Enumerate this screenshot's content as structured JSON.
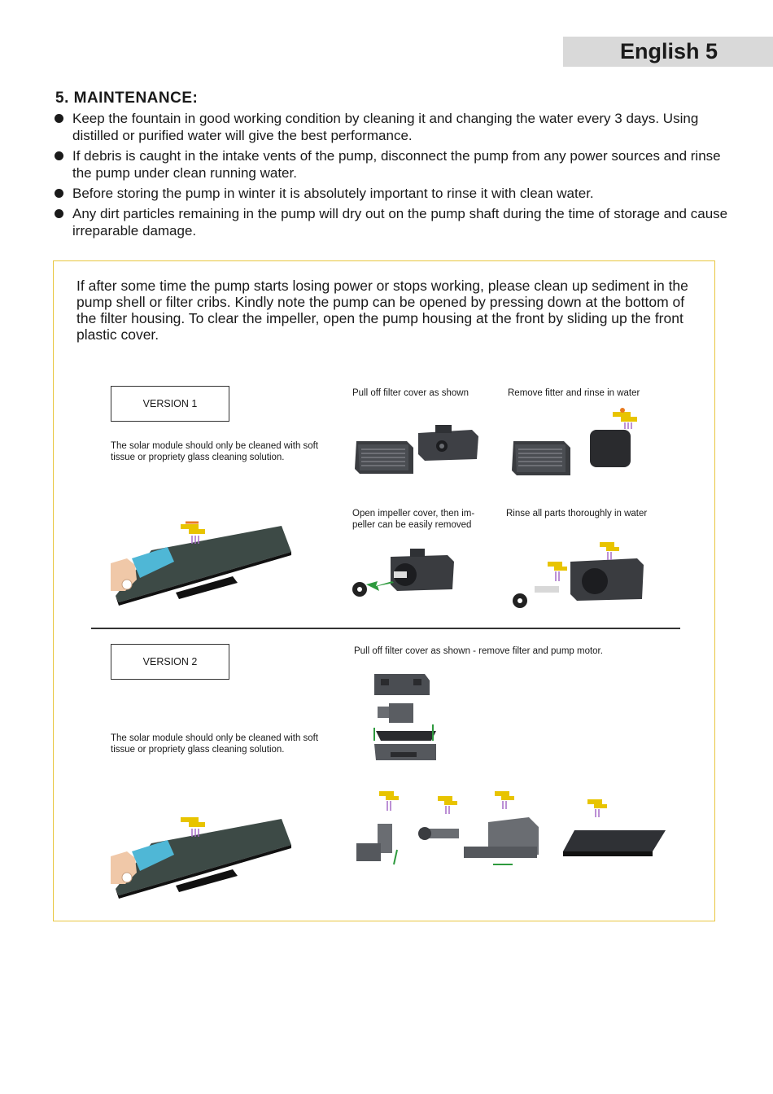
{
  "header": {
    "page_label": "English 5"
  },
  "section": {
    "title": "5. MAINTENANCE:",
    "bullets": [
      "Keep the fountain in good working condition by cleaning it and changing the water every 3 days. Using distilled or purified water will give the best performance.",
      "If debris is caught in the intake vents of the pump, disconnect the pump from any power sources and rinse the pump under clean running water.",
      "Before storing the pump in winter it is absolutely important to rinse it with clean water.",
      "Any dirt particles remaining in the pump will dry out on the pump shaft during the time of storage and cause irreparable damage."
    ]
  },
  "box": {
    "intro": "If after some time the pump starts losing power or stops working, please clean up sediment in the pump shell or filter cribs. Kindly note the pump can be opened by pressing down at the bottom of the filter housing. To clear the impeller, open the pump housing at the front by sliding up the front plastic cover.",
    "version1": {
      "label": "VERSION 1",
      "solar_note": "The solar module should only be cleaned with soft tissue or propriety glass cleaning solution.",
      "captions": [
        "Pull off filter cover as shown",
        "Remove fitter and rinse in water",
        "Open impeller cover, then im-peller can be easily removed",
        "Rinse all parts thoroughly in water"
      ]
    },
    "version2": {
      "label": "VERSION 2",
      "solar_note": "The solar module should only be cleaned with soft tissue or propriety glass cleaning solution.",
      "caption": "Pull off filter cover as shown - remove filter and pump motor."
    }
  },
  "colors": {
    "box_border": "#e8c640",
    "header_bg": "#d9d9d9",
    "arrow": "#2e9a3e",
    "faucet": "#e8c400"
  }
}
